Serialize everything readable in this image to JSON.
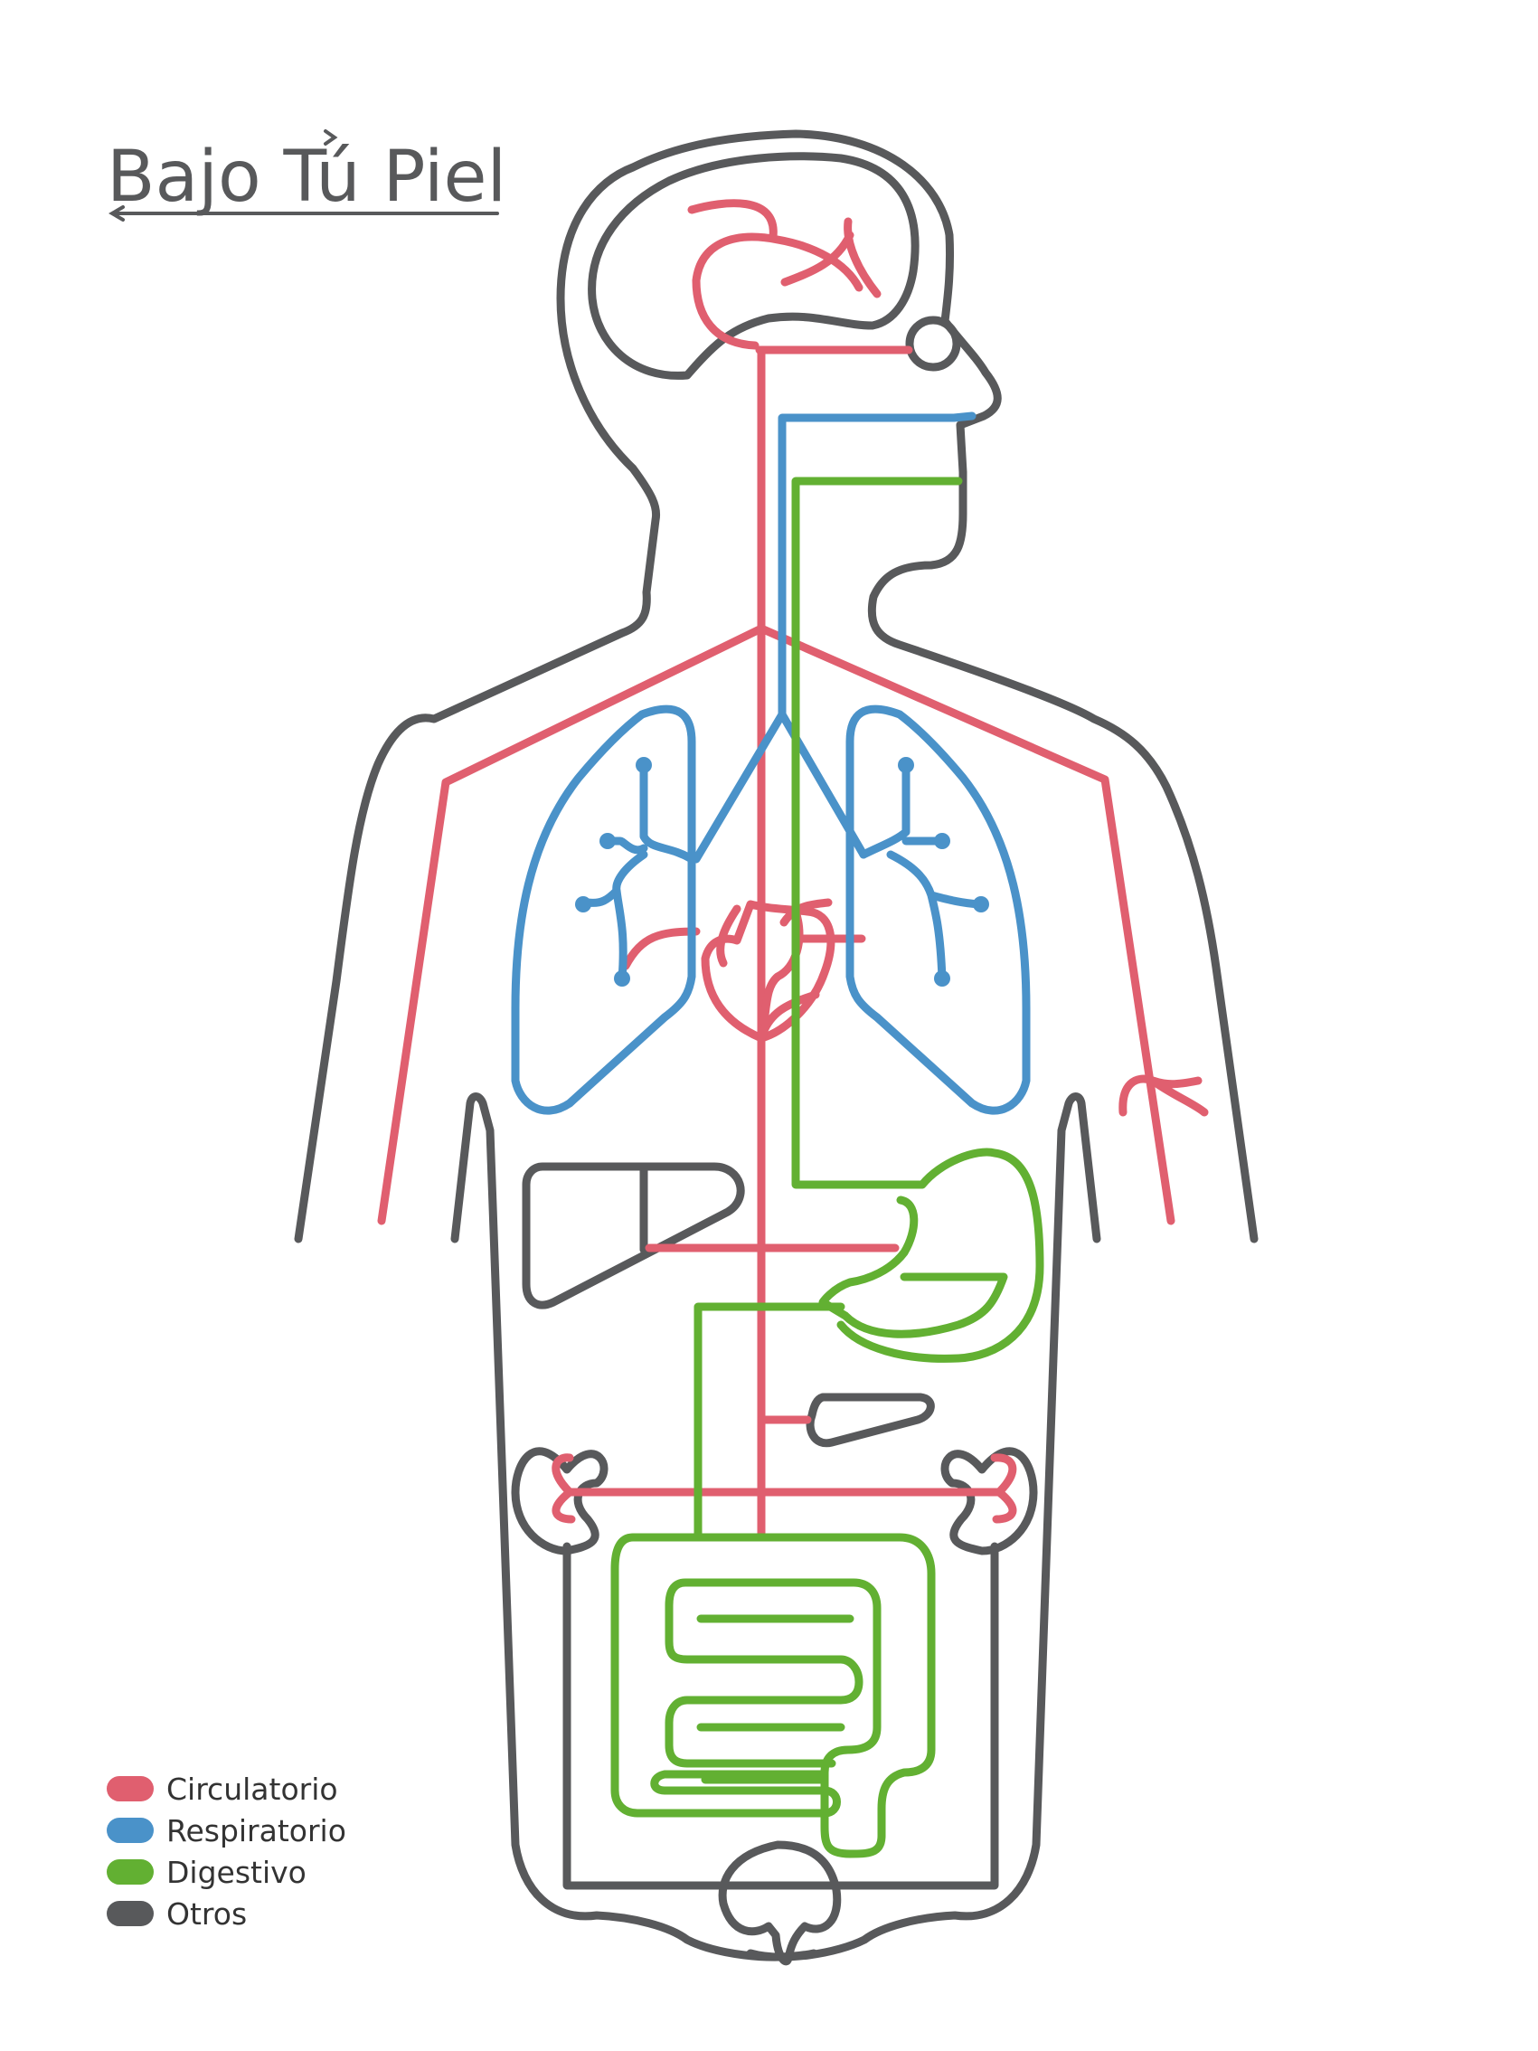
{
  "title": "Bajo Tú Piel",
  "colors": {
    "circulatory": "#e05f6f",
    "respiratory": "#4a92c9",
    "digestive": "#62b032",
    "other": "#58595b"
  },
  "legend": [
    {
      "label": "Circulatorio",
      "color": "#e05f6f"
    },
    {
      "label": "Respiratorio",
      "color": "#4a92c9"
    },
    {
      "label": "Digestivo",
      "color": "#62b032"
    },
    {
      "label": "Otros",
      "color": "#58595b"
    }
  ]
}
